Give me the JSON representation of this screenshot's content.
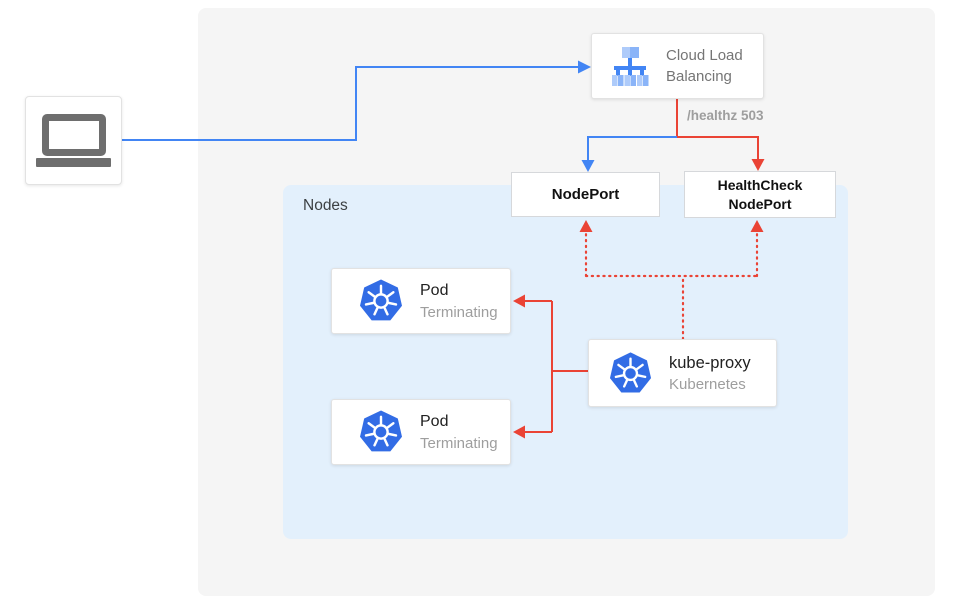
{
  "diagram": {
    "cloud_load_balancing": {
      "lines": [
        "Cloud Load",
        "Balancing"
      ]
    },
    "healthz_label": "/healthz 503",
    "node_port": {
      "label": "NodePort"
    },
    "health_check_node_port": {
      "lines": [
        "HealthCheck",
        "NodePort"
      ]
    },
    "nodes_group": {
      "label": "Nodes"
    },
    "pods": [
      {
        "title": "Pod",
        "subtitle": "Terminating"
      },
      {
        "title": "Pod",
        "subtitle": "Terminating"
      }
    ],
    "kube_proxy": {
      "title": "kube-proxy",
      "subtitle": "Kubernetes"
    },
    "icons": {
      "client": "laptop-icon",
      "load_balancer": "cloud-load-balancing-icon",
      "pod": "kubernetes-icon",
      "kube_proxy": "kubernetes-icon"
    },
    "colors": {
      "blue_arrow": "#4285F4",
      "red_arrow": "#EA4335",
      "nodes_bg": "#E3F0FC",
      "panel_bg": "#F5F5F5",
      "kubernetes_blue": "#326CE5",
      "icon_blue_light": "#AECBFA",
      "icon_blue_medium": "#8AB4F8",
      "muted_text": "#9E9E9E",
      "dark_text": "#212121"
    }
  }
}
